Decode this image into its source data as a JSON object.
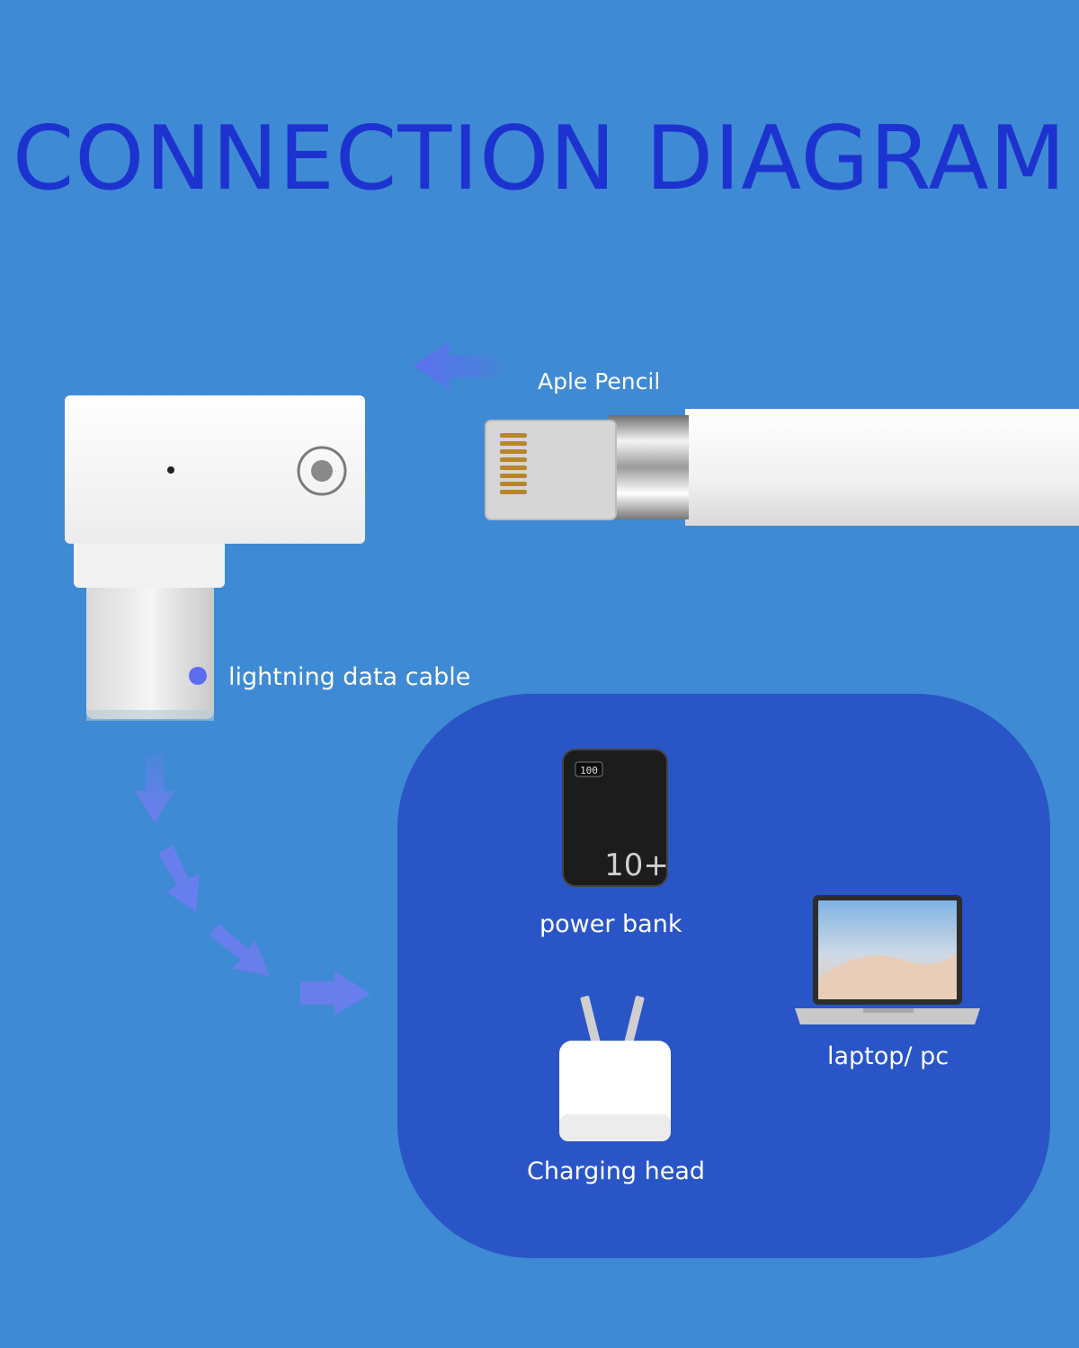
{
  "diagram": {
    "title": "CONNECTION DIAGRAM",
    "labels": {
      "pencil": "Aple Pencil",
      "cable": "lightning data cable",
      "power_bank": "power bank",
      "laptop": "laptop/ pc",
      "charger": "Charging head"
    },
    "power_bank_screen": "100",
    "power_bank_capacity": "10+",
    "colors": {
      "background": "#3f8ad4",
      "title": "#1d33cf",
      "hub": "#2a55c7",
      "arrow": "#6f7df0",
      "dot": "#5b6cf0"
    }
  }
}
